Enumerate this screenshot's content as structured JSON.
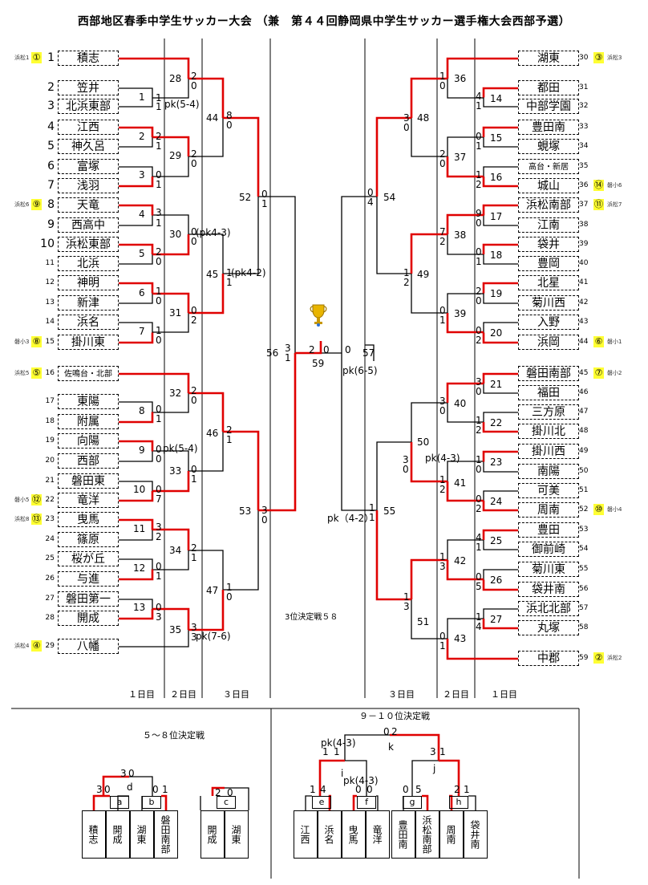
{
  "title": "西部地区春季中学生サッカー大会 （兼　第４４回静岡県中学生サッカー選手権大会西部予選）",
  "day_labels_left": [
    "１日目",
    "２日目",
    "３日目"
  ],
  "day_labels_right": [
    "３日目",
    "２日目",
    "１日目"
  ],
  "third_place": "3位決定戦５８",
  "left_teams": [
    {
      "no": "1",
      "name": "積志",
      "seed": "①",
      "seed_label": "浜松1"
    },
    {
      "no": "2",
      "name": "笠井"
    },
    {
      "no": "3",
      "name": "北浜東部"
    },
    {
      "no": "4",
      "name": "江西"
    },
    {
      "no": "5",
      "name": "神久呂"
    },
    {
      "no": "6",
      "name": "富塚"
    },
    {
      "no": "7",
      "name": "浅羽"
    },
    {
      "no": "8",
      "name": "天竜",
      "seed": "⑨",
      "seed_label": "浜松6"
    },
    {
      "no": "9",
      "name": "西高中"
    },
    {
      "no": "10",
      "name": "浜松東部"
    },
    {
      "no": "11",
      "name": "北浜"
    },
    {
      "no": "12",
      "name": "神明"
    },
    {
      "no": "13",
      "name": "新津"
    },
    {
      "no": "14",
      "name": "浜名"
    },
    {
      "no": "15",
      "name": "掛川東",
      "seed": "⑧",
      "seed_label": "磐小3"
    },
    {
      "no": "16",
      "name": "佐鳴台・北部",
      "seed": "⑤",
      "seed_label": "浜松5"
    },
    {
      "no": "17",
      "name": "東陽"
    },
    {
      "no": "18",
      "name": "附属"
    },
    {
      "no": "19",
      "name": "向陽"
    },
    {
      "no": "20",
      "name": "西部"
    },
    {
      "no": "21",
      "name": "磐田東"
    },
    {
      "no": "22",
      "name": "竜洋",
      "seed": "⑫",
      "seed_label": "磐小5"
    },
    {
      "no": "23",
      "name": "曳馬",
      "seed": "⑬",
      "seed_label": "浜松8"
    },
    {
      "no": "24",
      "name": "篠原"
    },
    {
      "no": "25",
      "name": "桜が丘"
    },
    {
      "no": "26",
      "name": "与進"
    },
    {
      "no": "27",
      "name": "磐田第一"
    },
    {
      "no": "28",
      "name": "開成"
    },
    {
      "no": "29",
      "name": "八幡",
      "seed": "④",
      "seed_label": "浜松4"
    }
  ],
  "right_teams": [
    {
      "no": "30",
      "name": "湖東",
      "seed": "③",
      "seed_label": "浜松3"
    },
    {
      "no": "31",
      "name": "都田"
    },
    {
      "no": "32",
      "name": "中部学園"
    },
    {
      "no": "33",
      "name": "豊田南"
    },
    {
      "no": "34",
      "name": "蜆塚"
    },
    {
      "no": "35",
      "name": "高台・新居"
    },
    {
      "no": "36",
      "name": "城山",
      "seed": "⑭",
      "seed_label": "磐小6"
    },
    {
      "no": "37",
      "name": "浜松南部",
      "seed": "⑪",
      "seed_label": "浜松7"
    },
    {
      "no": "38",
      "name": "江南"
    },
    {
      "no": "39",
      "name": "袋井"
    },
    {
      "no": "40",
      "name": "豊岡"
    },
    {
      "no": "41",
      "name": "北星"
    },
    {
      "no": "42",
      "name": "菊川西"
    },
    {
      "no": "43",
      "name": "入野"
    },
    {
      "no": "44",
      "name": "浜岡",
      "seed": "⑥",
      "seed_label": "磐小1"
    },
    {
      "no": "45",
      "name": "磐田南部",
      "seed": "⑦",
      "seed_label": "磐小2"
    },
    {
      "no": "46",
      "name": "福田"
    },
    {
      "no": "47",
      "name": "三方原"
    },
    {
      "no": "48",
      "name": "掛川北"
    },
    {
      "no": "49",
      "name": "掛川西"
    },
    {
      "no": "50",
      "name": "南陽"
    },
    {
      "no": "51",
      "name": "可美"
    },
    {
      "no": "52",
      "name": "周南",
      "seed": "⑩",
      "seed_label": "磐小4"
    },
    {
      "no": "53",
      "name": "豊田"
    },
    {
      "no": "54",
      "name": "御前崎"
    },
    {
      "no": "55",
      "name": "菊川東"
    },
    {
      "no": "56",
      "name": "袋井南"
    },
    {
      "no": "57",
      "name": "浜北北部"
    },
    {
      "no": "58",
      "name": "丸塚"
    },
    {
      "no": "59",
      "name": "中郡",
      "seed": "②",
      "seed_label": "浜松2"
    }
  ],
  "placement_5_8": {
    "title": "５～８位決定戦",
    "teams": [
      "積志",
      "開成",
      "湖東",
      "磐田南部"
    ],
    "match_c_teams": [
      "開成",
      "湖東"
    ]
  },
  "placement_9_10": {
    "title": "９－１０位決定戦",
    "teams": [
      "江西",
      "浜名",
      "曳馬",
      "竜洋",
      "豊田南",
      "浜松南部",
      "周南",
      "袋井南"
    ]
  }
}
